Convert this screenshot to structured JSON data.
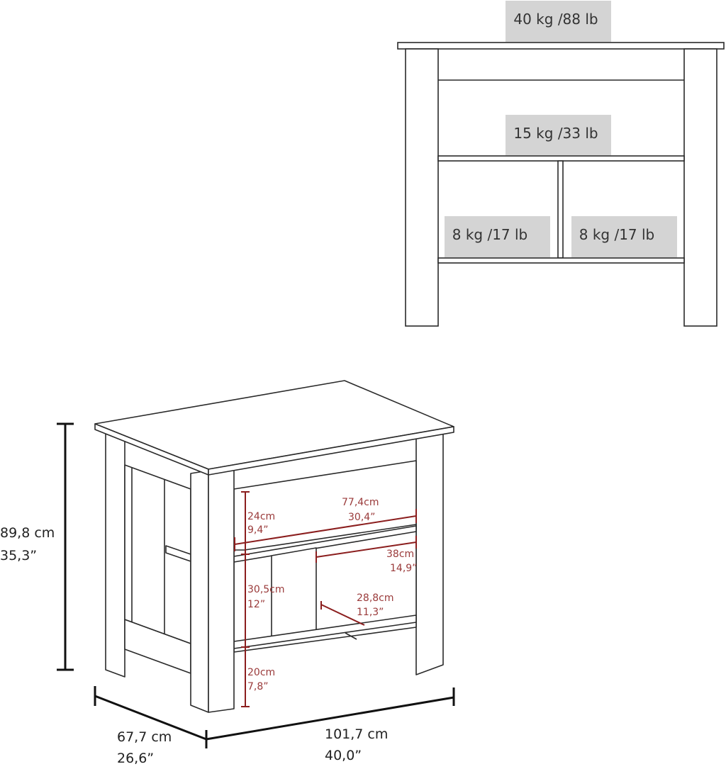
{
  "front_view": {
    "load_top": "40 kg /88 lb",
    "load_upper_shelf": "15 kg /33 lb",
    "load_left_cubby": "8 kg /17 lb",
    "load_right_cubby": "8 kg /17 lb"
  },
  "overall_dimensions": {
    "height_cm": "89,8 cm",
    "height_in": "35,3”",
    "depth_cm": "67,7 cm",
    "depth_in": "26,6”",
    "width_cm": "101,7 cm",
    "width_in": "40,0”"
  },
  "interior_dimensions": {
    "upper_opening_h_cm": "24cm",
    "upper_opening_h_in": "9,4”",
    "shelf_w_cm": "77,4cm",
    "shelf_w_in": "30,4”",
    "cubby_w_cm": "38cm",
    "cubby_w_in": "14,9”",
    "cubby_h_cm": "30,5cm",
    "cubby_h_in": "12”",
    "cubby_d_cm": "28,8cm",
    "cubby_d_in": "11,3”",
    "floor_clearance_cm": "20cm",
    "floor_clearance_in": "7,8”"
  },
  "colors": {
    "line": "#2a2a2a",
    "accent": "#8b1e1e",
    "label_box": "#d4d4d4"
  }
}
